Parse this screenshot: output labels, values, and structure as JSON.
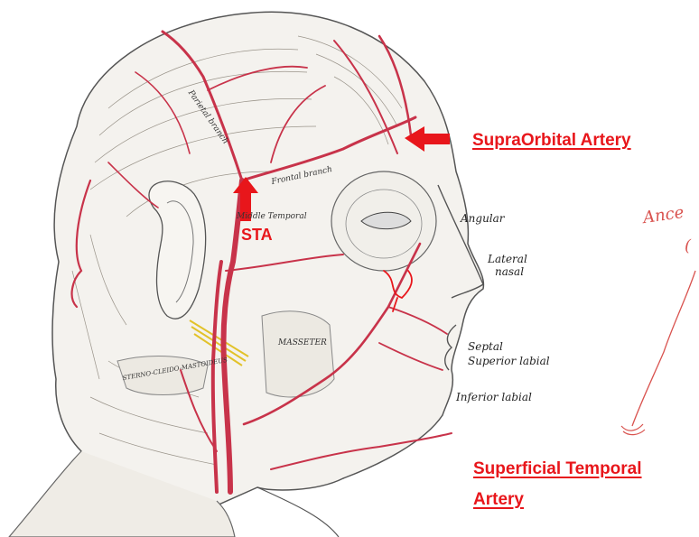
{
  "labels": {
    "supraorbital": "SupraOrbital Artery",
    "sta": "STA",
    "superficial_temporal_line1": "Superficial Temporal",
    "superficial_temporal_line2": "Artery",
    "angular": "Angular",
    "lateral_nasal_1": "Lateral",
    "lateral_nasal_2": "nasal",
    "septal": "Septal",
    "superior_labial": "Superior labial",
    "inferior_labial": "Inferior labial",
    "frontal_branch": "Frontal branch",
    "parietal_branch": "Parietal branch",
    "middle_temporal": "Middle Temporal",
    "masseter": "MASSETER",
    "sterno": "STERNO-CLEIDO-MASTOIDEUS",
    "handwriting_1": "Ance",
    "handwriting_2": "("
  },
  "colors": {
    "accent_red": "#e8161b",
    "artery": "#c8334a",
    "ink": "#3a3a3a"
  }
}
